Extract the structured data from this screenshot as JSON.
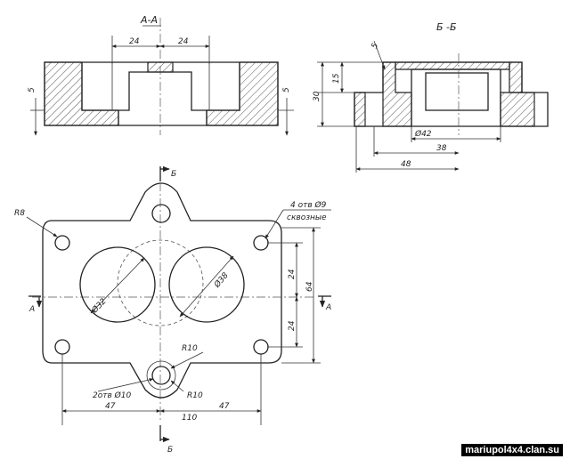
{
  "section_aa": {
    "title": "А-А",
    "dim_left": "24",
    "dim_right": "24",
    "dim_left_side": "5",
    "dim_right_side": "5"
  },
  "section_bb": {
    "title": "Б -Б",
    "dim_top": "5",
    "dim_15": "15",
    "dim_30": "30",
    "dim_d42": "Ø42",
    "dim_38": "38",
    "dim_48": "48"
  },
  "plan_view": {
    "mark_b_top": "Б",
    "mark_b_bottom": "Б",
    "mark_a_left": "А",
    "mark_a_right": "А",
    "radius_corner": "R8",
    "holes_note_line1": "4 отв Ø9",
    "holes_note_line2": "сквозные",
    "dim_24_upper": "24",
    "dim_24_lower": "24",
    "dim_64": "64",
    "bore_left": "Ø32",
    "bore_right": "Ø38",
    "radius_r10_top": "R10",
    "radius_r10_bottom": "R10",
    "holes_two": "2отв Ø10",
    "dim_47_left": "47",
    "dim_47_right": "47",
    "dim_110": "110"
  },
  "watermark": "mariupol4x4.clan.su"
}
